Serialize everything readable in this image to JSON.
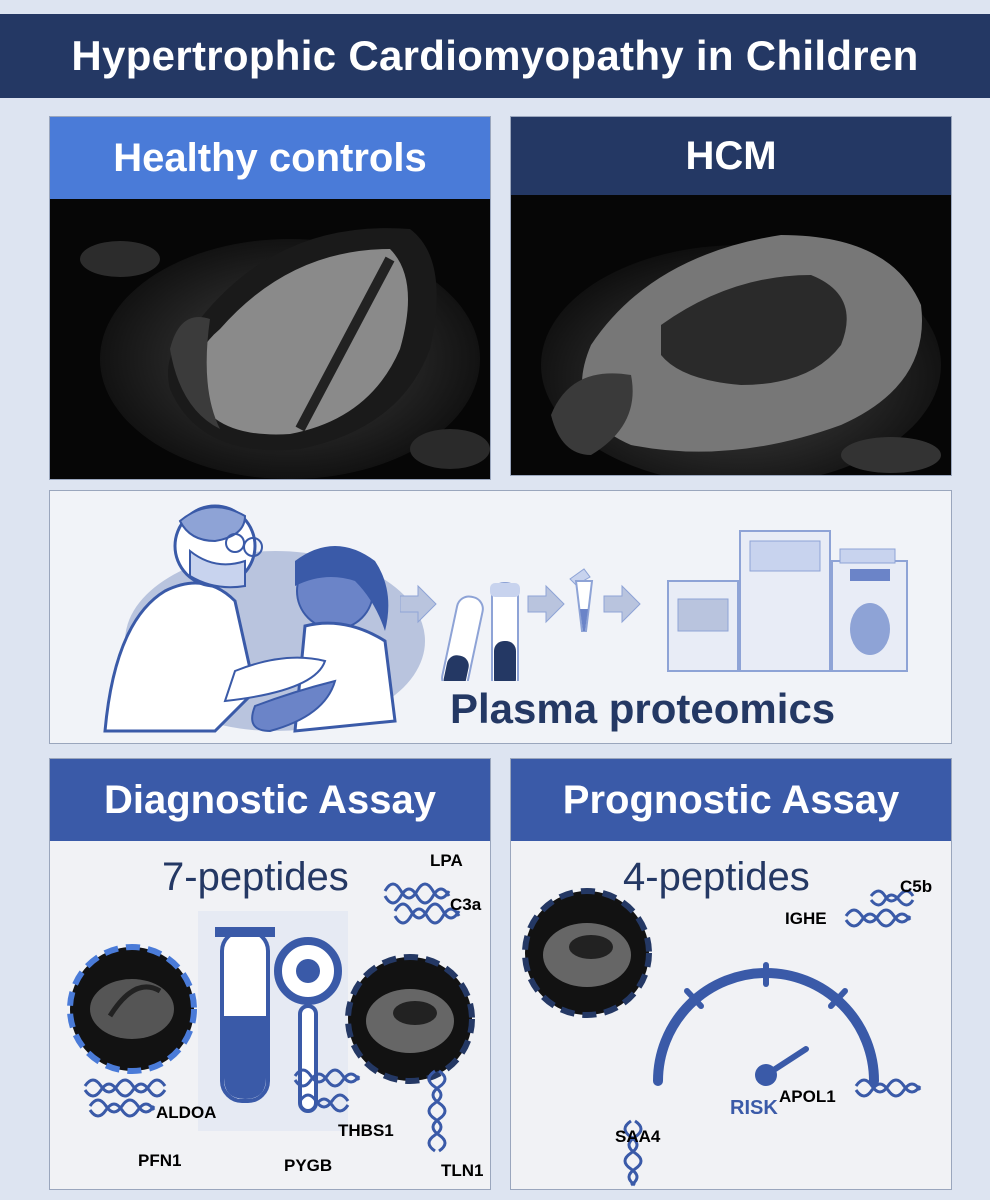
{
  "title": "Hypertrophic Cardiomyopathy in Children",
  "panels": {
    "healthy_label": "Healthy controls",
    "hcm_label": "HCM",
    "process_label": "Plasma proteomics",
    "diagnostic": {
      "header": "Diagnostic Assay",
      "peptides": "7-peptides",
      "proteins": [
        "LPA",
        "C3a",
        "ALDOA",
        "PFN1",
        "THBS1",
        "PYGB",
        "TLN1"
      ]
    },
    "prognostic": {
      "header": "Prognostic Assay",
      "peptides": "4-peptides",
      "gauge_label": "RISK",
      "proteins": [
        "C5b",
        "IGHE",
        "APOL1",
        "SAA4"
      ]
    }
  },
  "colors": {
    "dark_navy": "#243864",
    "bright_blue": "#4a7bd8",
    "mid_blue": "#3a5aa8",
    "light_bg": "#dde4f1",
    "panel_bg": "#f1f2f5"
  }
}
